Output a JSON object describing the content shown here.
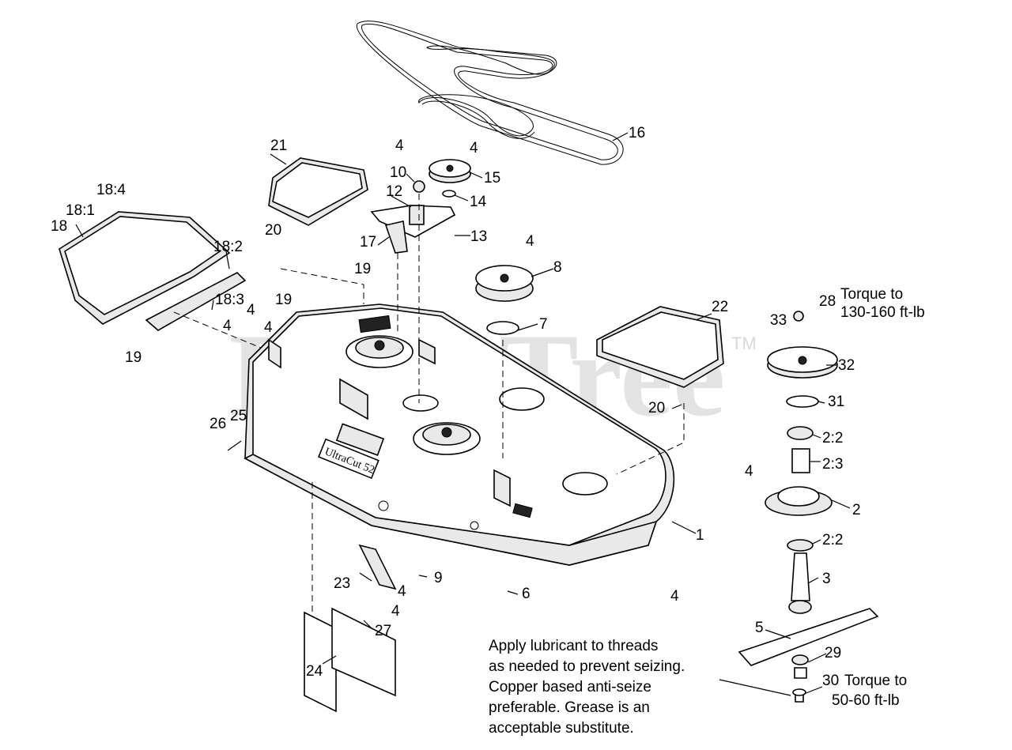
{
  "watermark": {
    "text": "PartsTree",
    "trademark": "TM"
  },
  "callouts": [
    "1",
    "2",
    "2:2",
    "2:2",
    "2:3",
    "3",
    "4",
    "4",
    "4",
    "4",
    "4",
    "4",
    "4",
    "4",
    "4",
    "4",
    "5",
    "6",
    "7",
    "8",
    "9",
    "10",
    "12",
    "13",
    "14",
    "15",
    "16",
    "17",
    "18",
    "18:1",
    "18:2",
    "18:3",
    "18:4",
    "19",
    "19",
    "19",
    "20",
    "20",
    "21",
    "22",
    "23",
    "24",
    "25",
    "26",
    "27",
    "28",
    "29",
    "30",
    "31",
    "32",
    "33"
  ],
  "torque_notes": {
    "top": [
      "Torque to",
      "130-160 ft-lb"
    ],
    "bottom": [
      "Torque to",
      "50-60 ft-lb"
    ]
  },
  "lubricant_note": [
    "Apply lubricant to threads",
    "as needed to prevent seizing.",
    "Copper  based anti-seize",
    "preferable. Grease is an",
    "acceptable substitute."
  ],
  "part_markings": {
    "deck_badge": "UltraCut 52"
  }
}
